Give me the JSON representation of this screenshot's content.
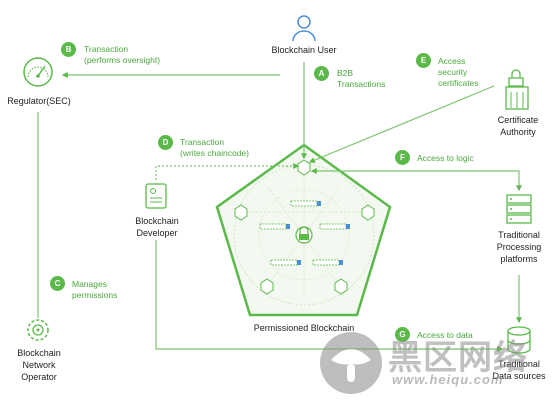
{
  "nodes": {
    "blockchain_user": "Blockchain User",
    "regulator": "Regulator(SEC)",
    "certificate_authority": [
      "Certificate",
      "Authority"
    ],
    "blockchain_developer": [
      "Blockchain",
      "Developer"
    ],
    "traditional_processing": [
      "Traditional",
      "Processing",
      "platforms"
    ],
    "blockchain_network_operator": [
      "Blockchain",
      "Network",
      "Operator"
    ],
    "traditional_data_sources": [
      "Traditional",
      "Data sources"
    ],
    "permissioned_blockchain": "Permissioned Blockchain"
  },
  "flows": [
    {
      "badge": "A",
      "lines": [
        "B2B",
        "Transactions"
      ]
    },
    {
      "badge": "B",
      "lines": [
        "Transaction",
        "(performs oversight)"
      ]
    },
    {
      "badge": "C",
      "lines": [
        "Manages",
        "permissions"
      ]
    },
    {
      "badge": "D",
      "lines": [
        "Transaction",
        "(writes chaincode)"
      ]
    },
    {
      "badge": "E",
      "lines": [
        "Access",
        "security",
        "certificates"
      ]
    },
    {
      "badge": "F",
      "lines": [
        "Access to logic"
      ]
    },
    {
      "badge": "G",
      "lines": [
        "Access to data"
      ]
    }
  ],
  "colors": {
    "accent": "#5bb94a",
    "line": "#7cc46e",
    "icon": "#4a90d9",
    "text": "#1f1f1f"
  },
  "watermark": {
    "text": "黑区网络",
    "url": "www.heiqu.com"
  }
}
